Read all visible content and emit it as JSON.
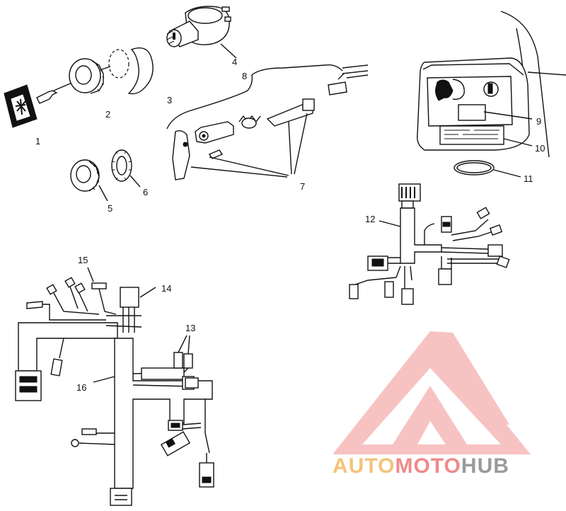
{
  "callouts": [
    "1",
    "2",
    "3",
    "4",
    "5",
    "6",
    "7",
    "8",
    "9",
    "10",
    "11",
    "12",
    "13",
    "14",
    "15",
    "16"
  ],
  "watermark": {
    "part_auto": "AUTO",
    "part_moto": "MOTO",
    "part_hub": "HUB",
    "colors": {
      "auto": "#f6c27a",
      "moto": "#f08a8a",
      "hub": "#9a9a9a",
      "logo": "#f39a9a"
    }
  }
}
